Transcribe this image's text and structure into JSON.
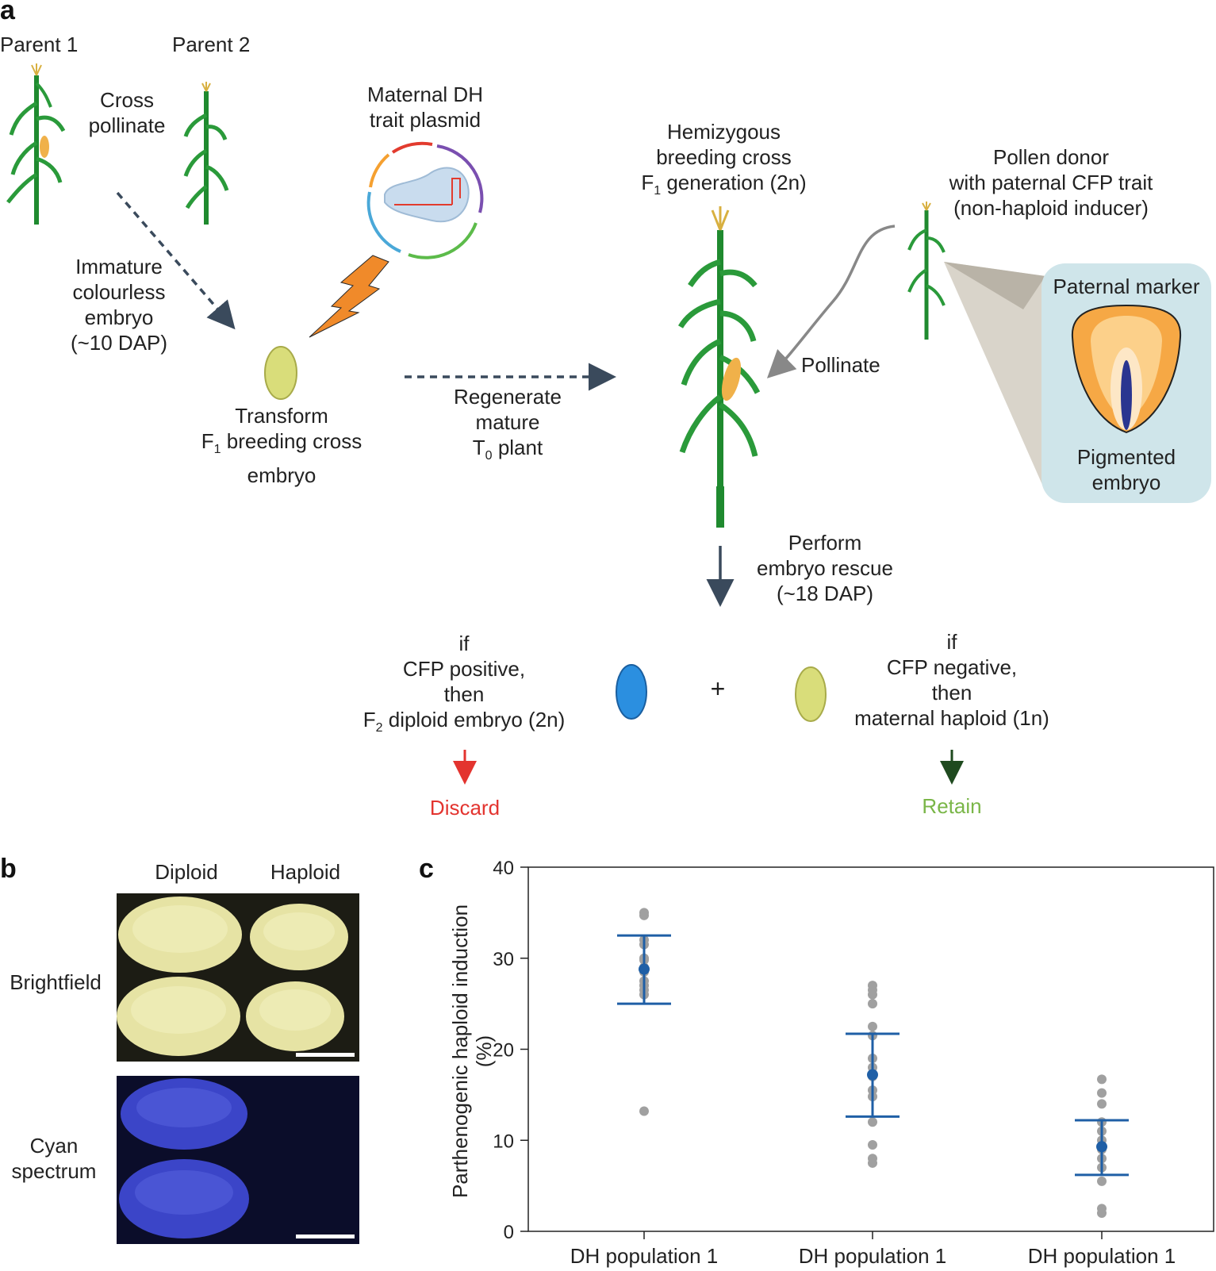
{
  "panel_a": {
    "letter": "a",
    "parent1": "Parent 1",
    "parent2": "Parent 2",
    "cross_pollinate": [
      "Cross",
      "pollinate"
    ],
    "plasmid": [
      "Maternal DH",
      "trait plasmid"
    ],
    "immature": [
      "Immature",
      "colourless",
      "embryo",
      "(~10 DAP)"
    ],
    "transform": [
      "Transform",
      "breeding cross",
      "embryo"
    ],
    "transform_f": "F",
    "transform_sub": "1",
    "regenerate": [
      "Regenerate",
      "mature",
      "plant"
    ],
    "regenerate_t": "T",
    "regenerate_sub": "0",
    "hemizygous": [
      "Hemizygous",
      "breeding cross",
      "generation (2n)"
    ],
    "hemi_f": "F",
    "hemi_sub": "1",
    "pollen_donor": [
      "Pollen donor",
      "with paternal CFP trait",
      "(non-haploid inducer)"
    ],
    "paternal_marker": "Paternal marker",
    "pigmented": [
      "Pigmented",
      "embryo"
    ],
    "pollinate": "Pollinate",
    "rescue": [
      "Perform",
      "embryo rescue",
      "(~18 DAP)"
    ],
    "cfp_pos": [
      "if",
      "CFP positive,",
      "then",
      "diploid embryo (2n)"
    ],
    "cfp_pos_f": "F",
    "cfp_pos_sub": "2",
    "cfp_neg": [
      "if",
      "CFP negative,",
      "then",
      "maternal haploid (1n)"
    ],
    "plus": "+",
    "discard": "Discard",
    "retain": "Retain",
    "colors": {
      "discard": "#e3342f",
      "retain": "#7ab648",
      "arrow": "#3a4a5c",
      "plant": "#2a9a3a",
      "cfp_blue": "#2b8fe0",
      "yellow_embryo": "#d9dd7a",
      "marker_bg": "#cfe5ea"
    }
  },
  "panel_b": {
    "letter": "b",
    "col_diploid": "Diploid",
    "col_haploid": "Haploid",
    "row_bright": "Brightfield",
    "row_cyan": [
      "Cyan",
      "spectrum"
    ]
  },
  "panel_c": {
    "letter": "c",
    "chart_data": {
      "type": "scatter",
      "ylabel": "Parthenogenic haploid induction (%)",
      "ylim": [
        0,
        40
      ],
      "yticks": [
        0,
        10,
        20,
        30,
        40
      ],
      "categories": [
        "DH population 1",
        "DH population 1",
        "DH population 1"
      ],
      "points": [
        [
          35,
          34.7,
          32,
          31.5,
          30,
          29.8,
          29,
          28.5,
          27.5,
          27,
          26.5,
          26,
          13.2
        ],
        [
          27,
          26.5,
          26,
          25,
          22.5,
          21.5,
          19,
          18,
          17,
          15.5,
          14.8,
          12,
          9.5,
          8,
          7.5
        ],
        [
          16.7,
          15.2,
          14,
          12,
          11,
          10,
          9,
          8,
          7,
          5.5,
          2.5,
          2
        ]
      ],
      "means": [
        28.8,
        17.2,
        9.3
      ],
      "error_low": [
        25,
        12.6,
        6.2
      ],
      "error_high": [
        32.5,
        21.7,
        12.2
      ],
      "point_color": "#a0a0a0",
      "mean_color": "#1f5fa6"
    }
  }
}
